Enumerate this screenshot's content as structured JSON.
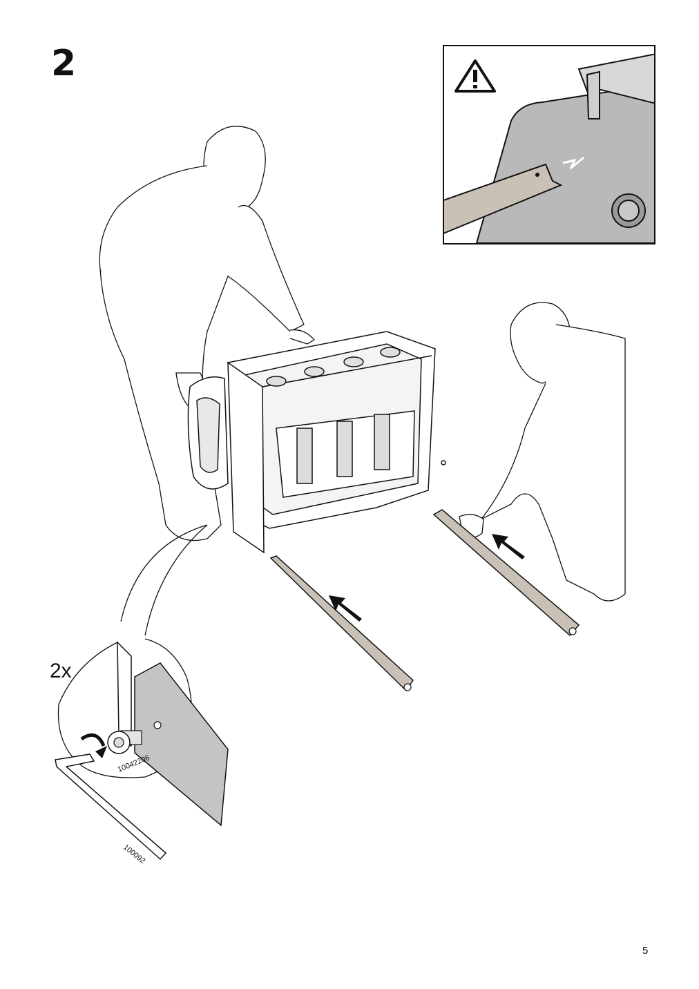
{
  "step": {
    "number": "2"
  },
  "warning": {
    "icon": "warning-triangle-icon"
  },
  "detail": {
    "quantity": "2x",
    "bolt_part": "10042206",
    "key_part": "100092"
  },
  "page": {
    "number": "5"
  },
  "colors": {
    "ink": "#111111",
    "panel_gray": "#b9b9b9",
    "rail_gray": "#c9c1b6"
  }
}
